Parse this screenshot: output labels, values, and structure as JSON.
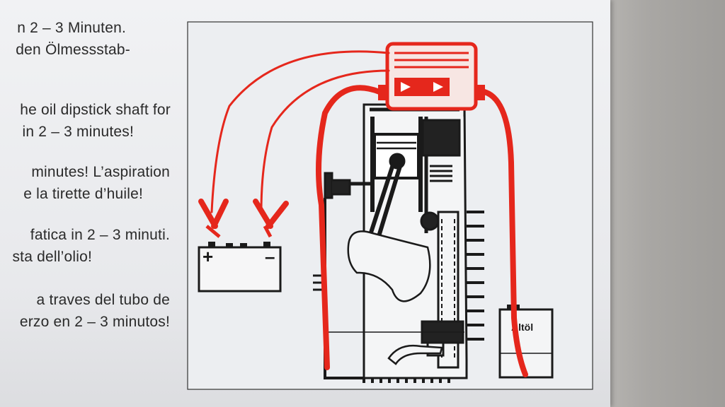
{
  "instruction_text": {
    "german": [
      "n 2 – 3 Minuten.",
      "den Ölmessstab-"
    ],
    "english": [
      "he oil dipstick shaft for",
      "in 2 – 3 minutes!"
    ],
    "french": [
      "minutes! L’aspiration",
      "e la tirette d’huile!"
    ],
    "italian": [
      "fatica in 2 – 3 minuti.",
      "sta dell’olio!"
    ],
    "spanish": [
      "a traves del tubo de",
      "erzo en 2 – 3 minutos!"
    ]
  },
  "diagram": {
    "battery_plus": "+",
    "battery_minus": "–",
    "container_label": "Altöl",
    "colors": {
      "hose": "#e5271c",
      "ink": "#1a1a1a",
      "panel": "#eef0f2"
    }
  }
}
